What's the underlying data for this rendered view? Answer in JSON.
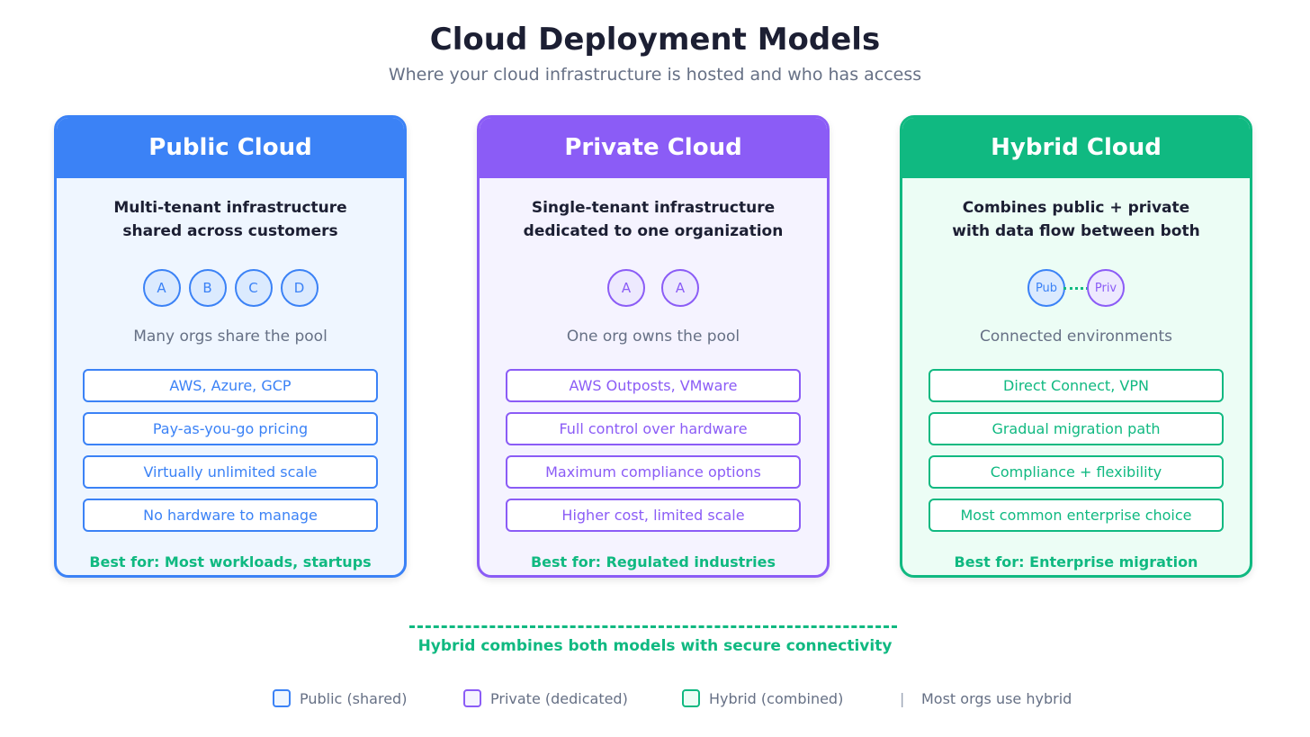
{
  "header": {
    "title": "Cloud Deployment Models",
    "subtitle": "Where your cloud infrastructure is hosted and who has access"
  },
  "colors": {
    "public": "#3b82f6",
    "private": "#8b5cf6",
    "hybrid": "#10b981",
    "best_for": "#10b981"
  },
  "cards": [
    {
      "title": "Public Cloud",
      "description": [
        "Multi-tenant infrastructure",
        "shared across customers"
      ],
      "circles": [
        "A",
        "B",
        "C",
        "D"
      ],
      "caption": "Many orgs share the pool",
      "features": [
        "AWS, Azure, GCP",
        "Pay-as-you-go pricing",
        "Virtually unlimited scale",
        "No hardware to manage"
      ],
      "best_for": "Best for: Most workloads, startups"
    },
    {
      "title": "Private Cloud",
      "description": [
        "Single-tenant infrastructure",
        "dedicated to one organization"
      ],
      "circles": [
        "A",
        "A"
      ],
      "caption": "One org owns the pool",
      "features": [
        "AWS Outposts, VMware",
        "Full control over hardware",
        "Maximum compliance options",
        "Higher cost, limited scale"
      ],
      "best_for": "Best for: Regulated industries"
    },
    {
      "title": "Hybrid Cloud",
      "description": [
        "Combines public + private",
        "with data flow between both"
      ],
      "circles": [
        "Pub",
        "Priv"
      ],
      "caption": "Connected environments",
      "features": [
        "Direct Connect, VPN",
        "Gradual migration path",
        "Compliance + flexibility",
        "Most common enterprise choice"
      ],
      "best_for": "Best for: Enterprise migration"
    }
  ],
  "bridge": {
    "label": "Hybrid combines both models with secure connectivity"
  },
  "legend": {
    "items": [
      {
        "label": "Public (shared)"
      },
      {
        "label": "Private (dedicated)"
      },
      {
        "label": "Hybrid (combined)"
      }
    ],
    "separator": "|",
    "note": "Most orgs use hybrid"
  }
}
